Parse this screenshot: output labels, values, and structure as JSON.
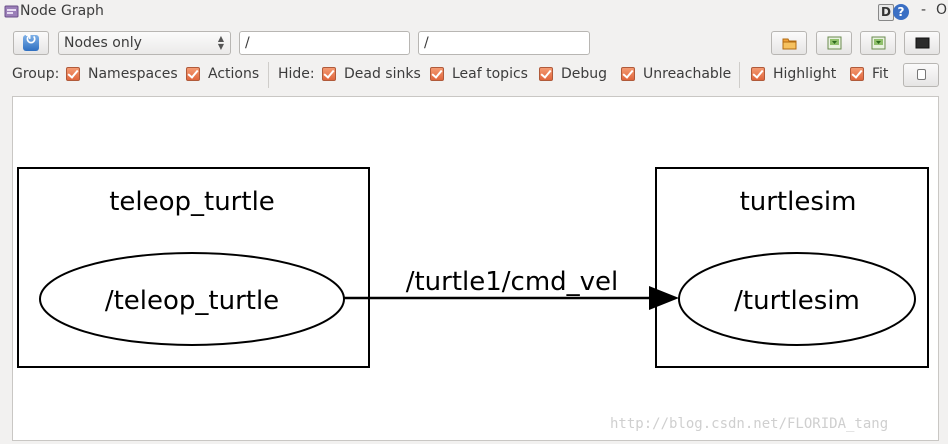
{
  "window": {
    "title": "Node Graph",
    "title_buttons": {
      "d": "D",
      "help": "?",
      "minimize": "-",
      "close": "O"
    }
  },
  "toolbar": {
    "mode_select": {
      "value": "Nodes only",
      "options": [
        "Nodes only"
      ]
    },
    "namespace_filter": "/",
    "topic_filter": "/"
  },
  "options": {
    "group_label": "Group:",
    "group": [
      {
        "label": "Namespaces",
        "checked": true
      },
      {
        "label": "Actions",
        "checked": true
      }
    ],
    "hide_label": "Hide:",
    "hide": [
      {
        "label": "Dead sinks",
        "checked": true
      },
      {
        "label": "Leaf topics",
        "checked": true
      },
      {
        "label": "Debug",
        "checked": true
      },
      {
        "label": "Unreachable",
        "checked": true
      }
    ],
    "highlight": {
      "label": "Highlight",
      "checked": true
    },
    "fit": {
      "label": "Fit",
      "checked": true
    }
  },
  "graph": {
    "clusters": [
      {
        "label": "teleop_turtle",
        "node": "/teleop_turtle"
      },
      {
        "label": "turtlesim",
        "node": "/turtlesim"
      }
    ],
    "edge": {
      "label": "/turtle1/cmd_vel",
      "from": "/teleop_turtle",
      "to": "/turtlesim"
    }
  },
  "watermark": "http://blog.csdn.net/FLORIDA_tang",
  "colors": {
    "checkbox": "#e8734a",
    "help_icon": "#3a6fc4",
    "canvas_bg": "#ffffff",
    "window_bg": "#f2f1f0"
  }
}
